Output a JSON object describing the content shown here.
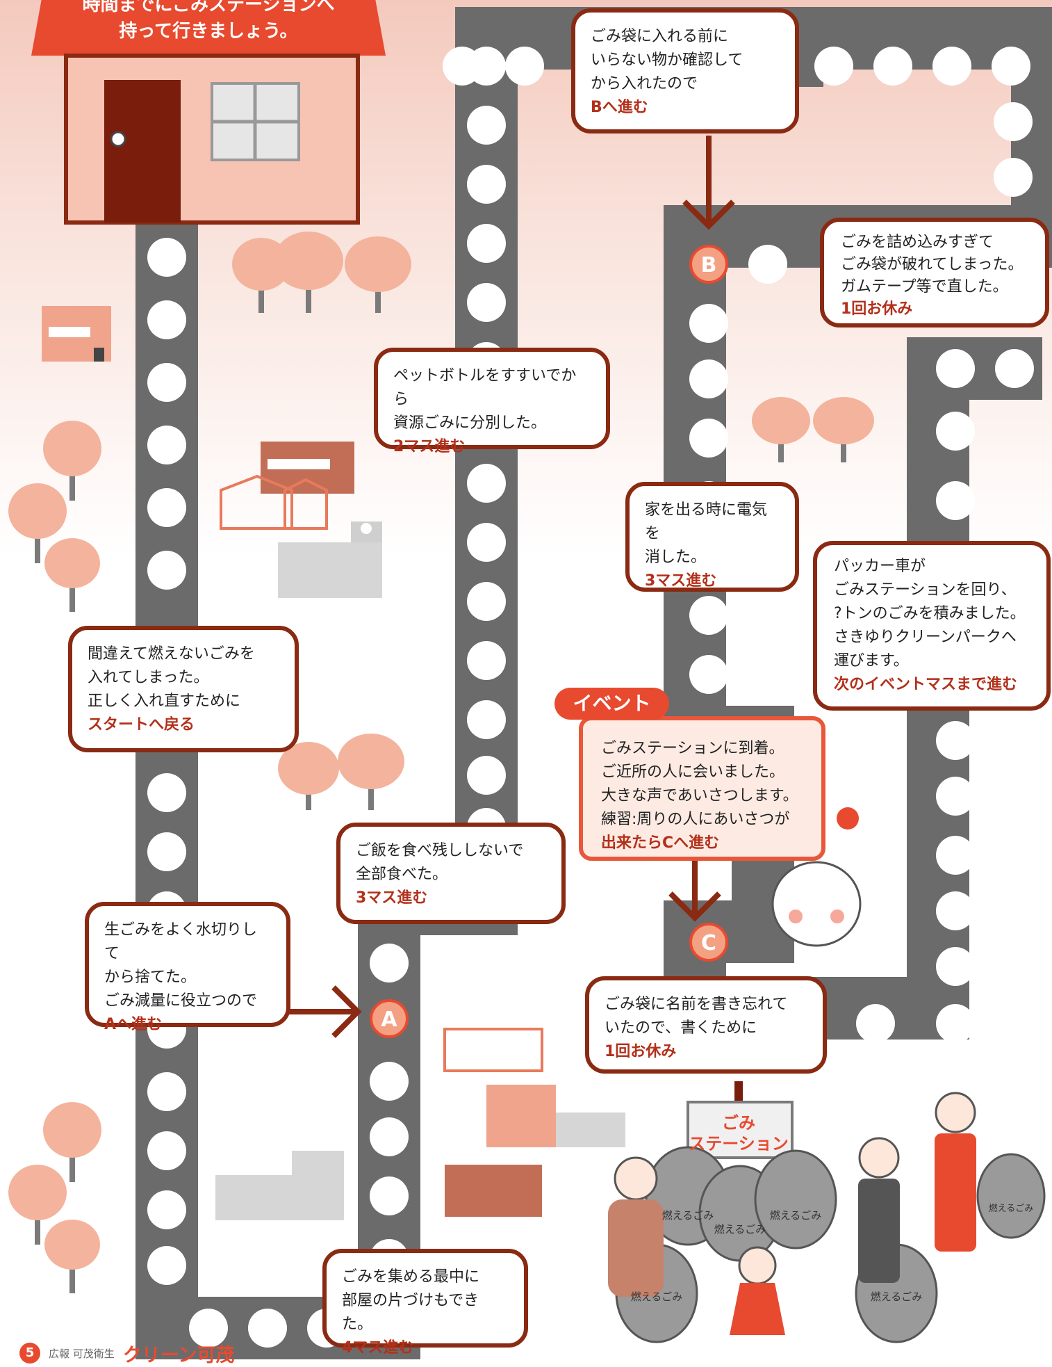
{
  "house_banner": {
    "line1": "時間までにごみステーションへ",
    "line2": "持って行きましょう。"
  },
  "letters": {
    "a": "A",
    "b": "B",
    "c": "C"
  },
  "event_tag": "イベント",
  "cards": [
    {
      "lines": [
        "ごみ袋に入れる前に",
        "いらない物か確認して",
        "から入れたので"
      ],
      "action": "Bへ進む"
    },
    {
      "lines": [
        "ごみを詰め込みすぎて",
        "ごみ袋が破れてしまった。",
        "ガムテープ等で直した。"
      ],
      "action": "1回お休み"
    },
    {
      "lines": [
        "ペットボトルをすすいでから",
        "資源ごみに分別した。"
      ],
      "action": "2マス進む"
    },
    {
      "lines": [
        "家を出る時に電気を",
        "消した。"
      ],
      "action": "3マス進む"
    },
    {
      "lines": [
        "パッカー車が",
        "ごみステーションを回り、",
        "?トンのごみを積みました。",
        "さきゆりクリーンパークへ",
        "運びます。"
      ],
      "action": "次のイベントマスまで進む"
    },
    {
      "lines": [
        "間違えて燃えないごみを",
        "入れてしまった。",
        "正しく入れ直すために"
      ],
      "action": "スタートへ戻る"
    },
    {
      "lines": [
        "ごみステーションに到着。",
        "ご近所の人に会いました。",
        "大きな声であいさつします。",
        "練習:周りの人にあいさつが"
      ],
      "action": "出来たらCへ進む"
    },
    {
      "lines": [
        "ご飯を食べ残ししないで",
        "全部食べた。"
      ],
      "action": "3マス進む"
    },
    {
      "lines": [
        "生ごみをよく水切りして",
        "から捨てた。",
        "ごみ減量に役立つので"
      ],
      "action": "Aへ進む"
    },
    {
      "lines": [
        "ごみ袋に名前を書き忘れて",
        "いたので、書くために"
      ],
      "action": "1回お休み"
    },
    {
      "lines": [
        "ごみを集める最中に",
        "部屋の片づけもできた。"
      ],
      "action": "4マス進む"
    }
  ],
  "station_sign": {
    "line1": "ごみ",
    "line2": "ステーション"
  },
  "bag_label": "燃えるごみ",
  "footer": {
    "page": "5",
    "publication": "広報 可茂衛生",
    "magazine": "クリーン可茂"
  },
  "colors": {
    "track": "#6b6b6b",
    "accent": "#e84a2f",
    "border": "#8a2a12",
    "tree": "#f4b39c"
  }
}
